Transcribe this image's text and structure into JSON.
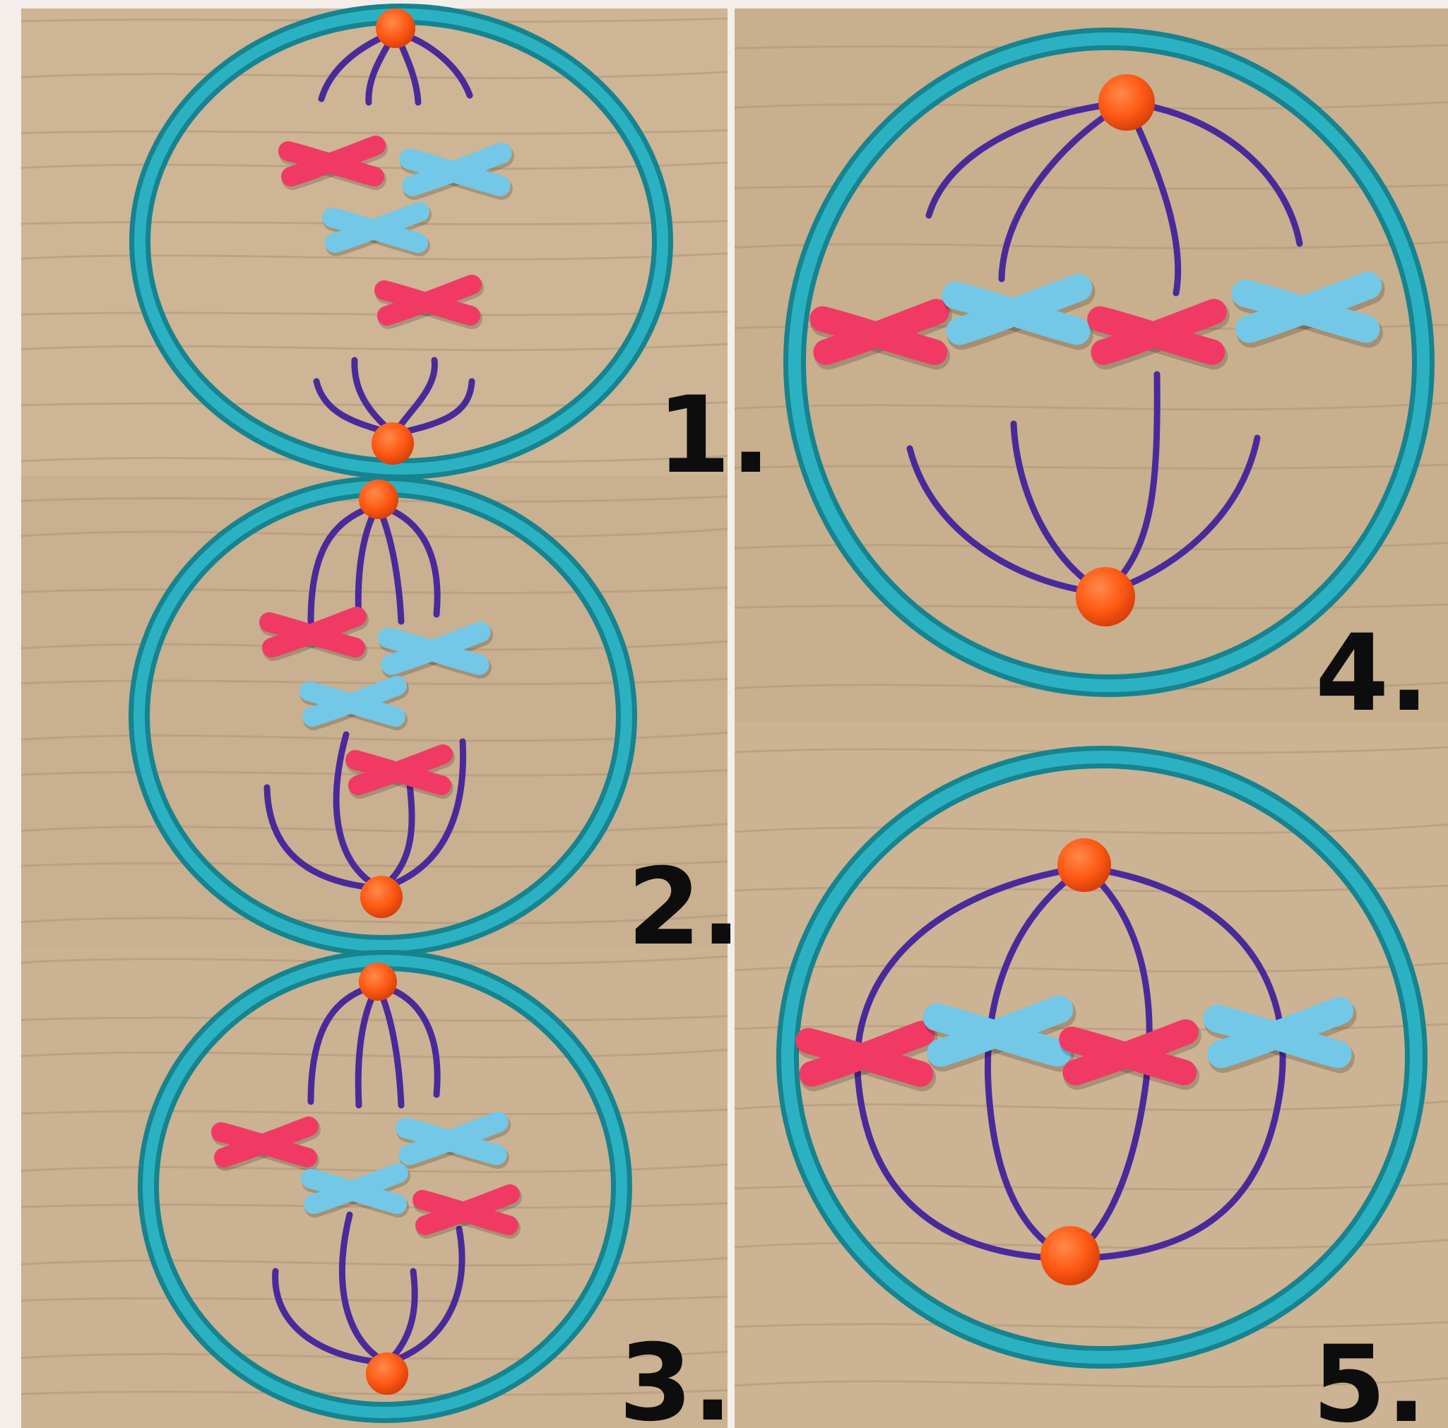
{
  "panels": [
    {
      "label": "1."
    },
    {
      "label": "2."
    },
    {
      "label": "3."
    },
    {
      "label": "4."
    },
    {
      "label": "5."
    }
  ],
  "colors": {
    "page_background": "#f3eeea",
    "wood_light": "#cdb595",
    "wood_mid": "#bda383",
    "wood_grain": "#a88f70",
    "membrane": "#1e9fb0",
    "membrane_dark": "#17838f",
    "centrosome": "#ff5a14",
    "spindle_fiber": "#4a2a9a",
    "chromosome_pink": "#f03a63",
    "chromosome_blue": "#72c8e6",
    "label_text": "#0d0d0d"
  }
}
